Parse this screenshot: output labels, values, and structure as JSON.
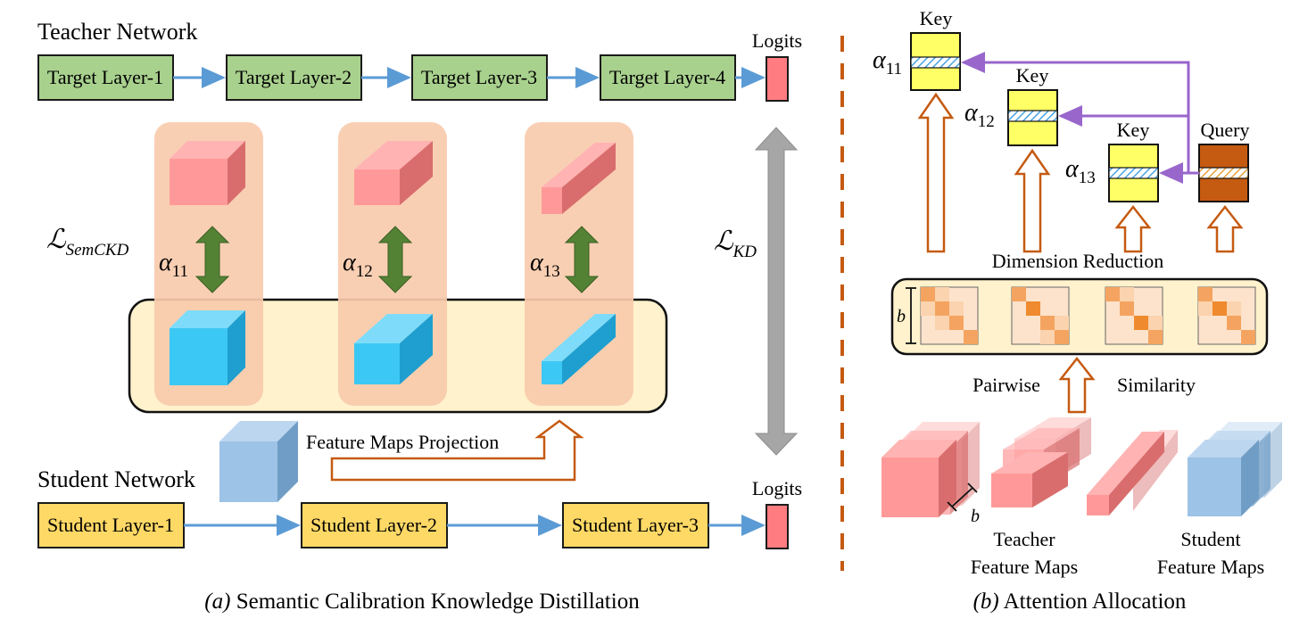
{
  "part_a": {
    "teacher_title": "Teacher Network",
    "student_title": "Student Network",
    "teacher_layers": [
      "Target Layer-1",
      "Target Layer-2",
      "Target Layer-3",
      "Target Layer-4"
    ],
    "student_layers": [
      "Student Layer-1",
      "Student Layer-2",
      "Student Layer-3"
    ],
    "logits_teacher": "Logits",
    "logits_student": "Logits",
    "loss_semckd_base": "ℒ",
    "loss_semckd_sub": "SemCKD",
    "loss_kd_base": "ℒ",
    "loss_kd_sub": "KD",
    "alphas": [
      {
        "base": "α",
        "sub": "11"
      },
      {
        "base": "α",
        "sub": "12"
      },
      {
        "base": "α",
        "sub": "13"
      }
    ],
    "projection_label": "Feature Maps Projection",
    "caption_prefix": "(a)",
    "caption_text": " Semantic Calibration Knowledge Distillation"
  },
  "part_b": {
    "key_labels": [
      "Key",
      "Key",
      "Key"
    ],
    "query_label": "Query",
    "alphas": [
      {
        "base": "α",
        "sub": "11"
      },
      {
        "base": "α",
        "sub": "12"
      },
      {
        "base": "α",
        "sub": "13"
      }
    ],
    "dimension_reduction": "Dimension Reduction",
    "b_label": "b",
    "pairwise": "Pairwise",
    "similarity": "Similarity",
    "teacher_maps": [
      "Teacher",
      "Feature Maps"
    ],
    "student_maps": [
      "Student",
      "Feature Maps"
    ],
    "b_label_bottom": "b",
    "caption_prefix": "(b)",
    "caption_text": " Attention Allocation"
  },
  "colors": {
    "green_box": "#a9d18e",
    "yellow_box": "#ffd966",
    "arrow_blue": "#5b9bd5",
    "logit_red": "#ff7c80",
    "orange_panel": "#f8cbad",
    "cream_panel": "#fff2cc",
    "cube_red": "#ff9999",
    "cube_cyan": "#3cc8f4",
    "cube_lightblue": "#9dc3e6",
    "double_arrow_green": "#548235",
    "orange_arrow": "#c55a11",
    "purple": "#9966cc",
    "key_yellow": "#ffff66",
    "query_brown": "#c55a11"
  }
}
